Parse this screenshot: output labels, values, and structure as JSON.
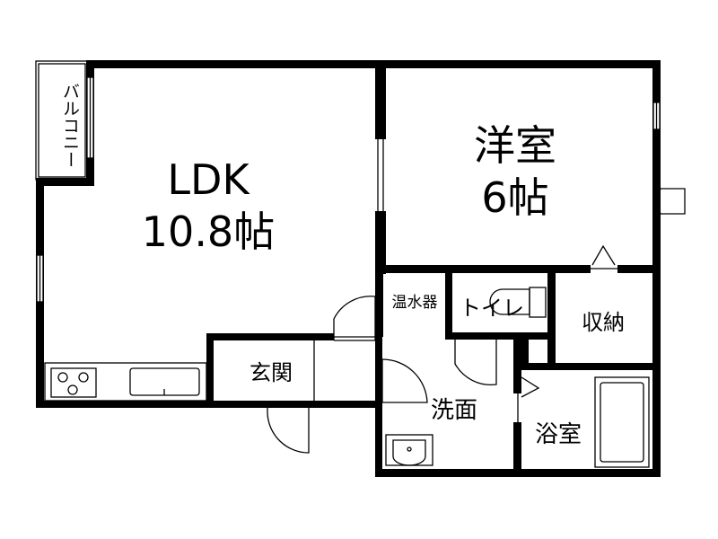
{
  "rooms": {
    "ldk_name": "LDK",
    "ldk_size": "10.8帖",
    "western_name": "洋室",
    "western_size": "6帖",
    "water_heater": "温水器",
    "toilet": "トイレ",
    "storage": "収納",
    "entrance": "玄関",
    "washroom": "洗面",
    "bathroom": "浴室",
    "balcony": "バルコニー"
  }
}
